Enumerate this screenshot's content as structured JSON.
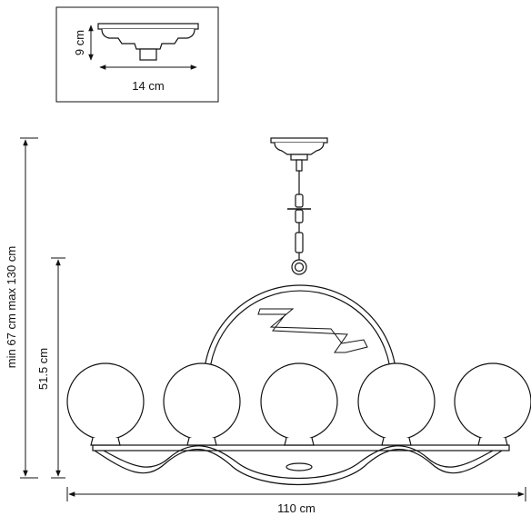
{
  "inset": {
    "height_label": "9 cm",
    "width_label": "14 cm"
  },
  "dimensions": {
    "overall_height_label": "min 67 cm max 130 cm",
    "body_height_label": "51.5 cm",
    "width_label": "110 cm"
  }
}
